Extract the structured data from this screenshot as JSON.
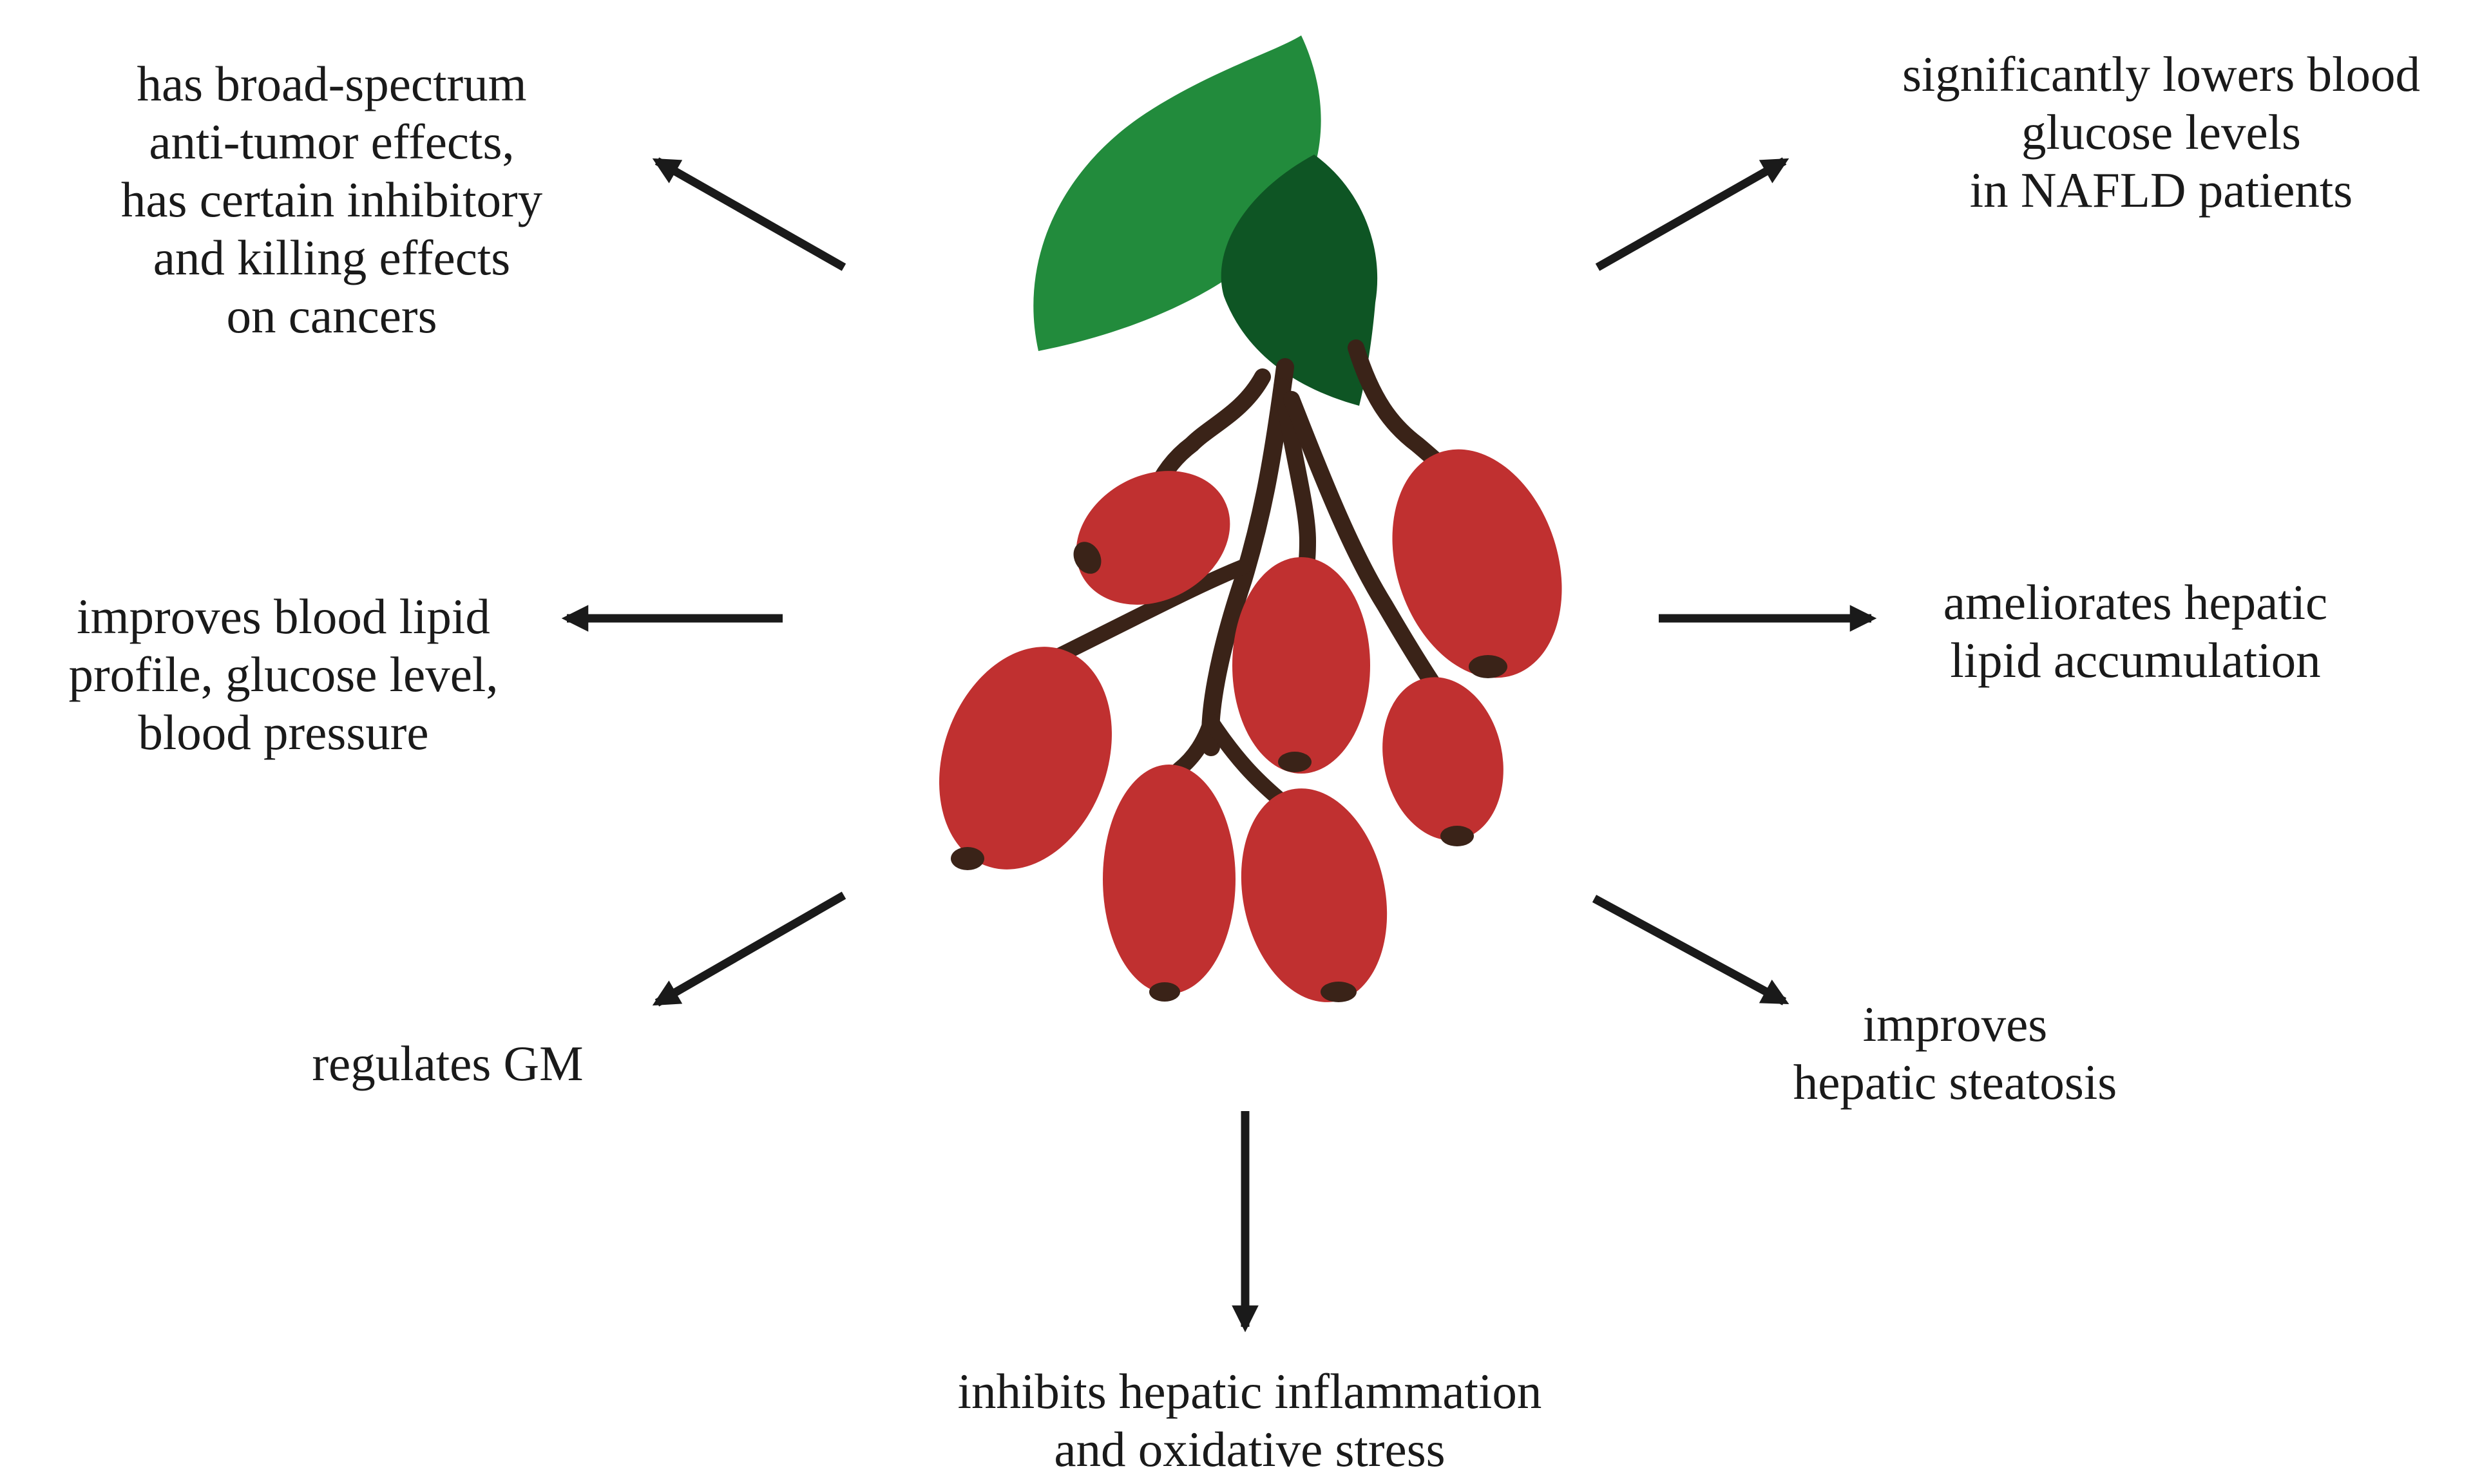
{
  "effects": {
    "antitumor": {
      "lines": [
        "has broad-spectrum",
        "anti-tumor effects,",
        "has certain inhibitory",
        "and killing effects",
        "on cancers"
      ]
    },
    "lipid_profile": {
      "lines": [
        "improves blood lipid",
        "profile, glucose level,",
        "blood pressure"
      ]
    },
    "gm": {
      "lines": [
        "regulates GM"
      ]
    },
    "inflammation": {
      "lines": [
        "inhibits hepatic inflammation",
        "and oxidative stress"
      ]
    },
    "steatosis": {
      "lines": [
        "improves",
        "hepatic steatosis"
      ]
    },
    "lipid_accumulation": {
      "lines": [
        "ameliorates hepatic",
        "lipid accumulation"
      ]
    },
    "glucose": {
      "lines": [
        "significantly lowers blood",
        "glucose levels",
        "in NAFLD patients"
      ]
    }
  },
  "illustration": {
    "subject": "berry-cluster-with-leaves",
    "leaf_color_light": "#228B3C",
    "leaf_color_dark": "#0E5524",
    "berry_color": "#C03030",
    "stem_color": "#3A2318",
    "berry_tip_color": "#3A2318",
    "arrow_color": "#1a1a1a"
  }
}
